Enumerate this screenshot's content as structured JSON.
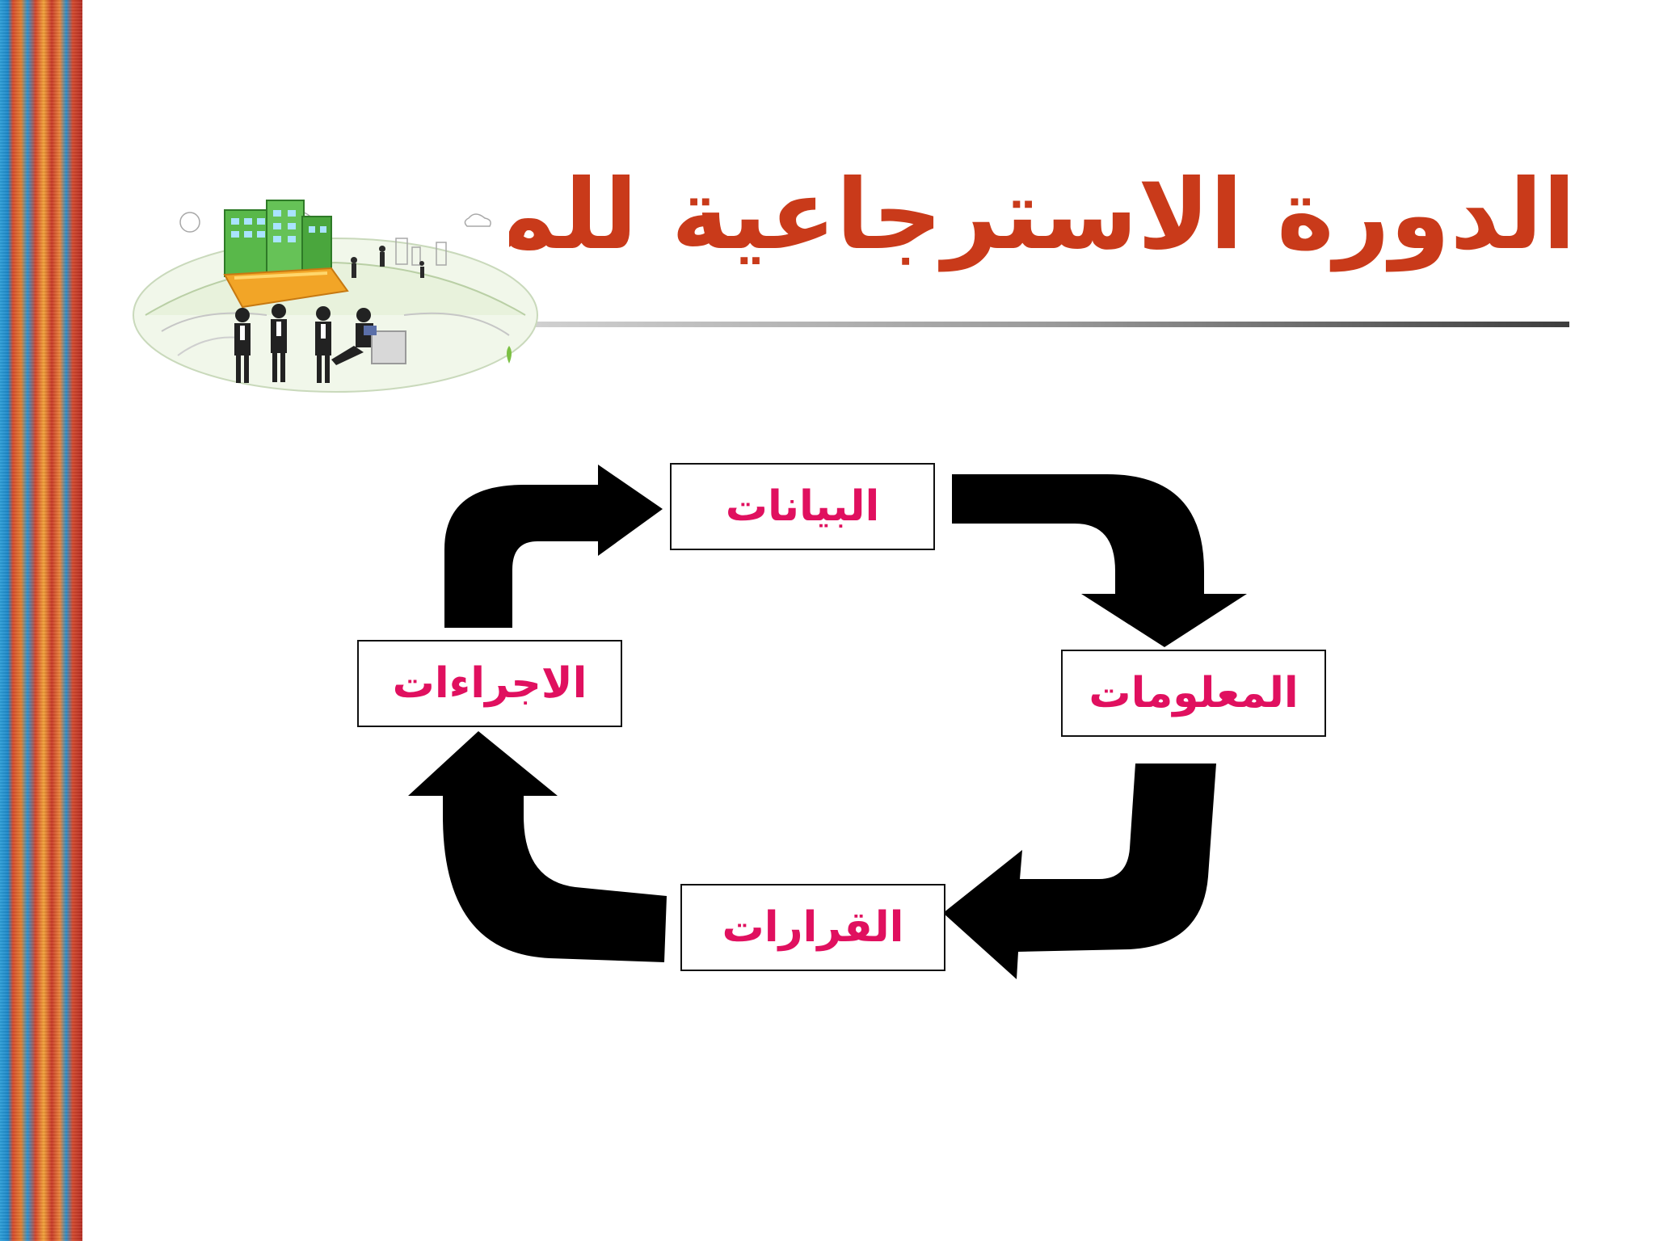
{
  "slide": {
    "title": "الدورة الاسترجاعية للمعلومات"
  },
  "cycle": {
    "data_label": "البيانات",
    "information_label": "المعلومات",
    "decisions_label": "القرارات",
    "actions_label": "الاجراءات"
  },
  "colors": {
    "title": "#c93a1a",
    "box_text": "#e0105f",
    "arrow": "#000000"
  },
  "icons": {
    "clipart": "business-people-city-illustration",
    "stripe": "colorful-woven-stripe"
  }
}
